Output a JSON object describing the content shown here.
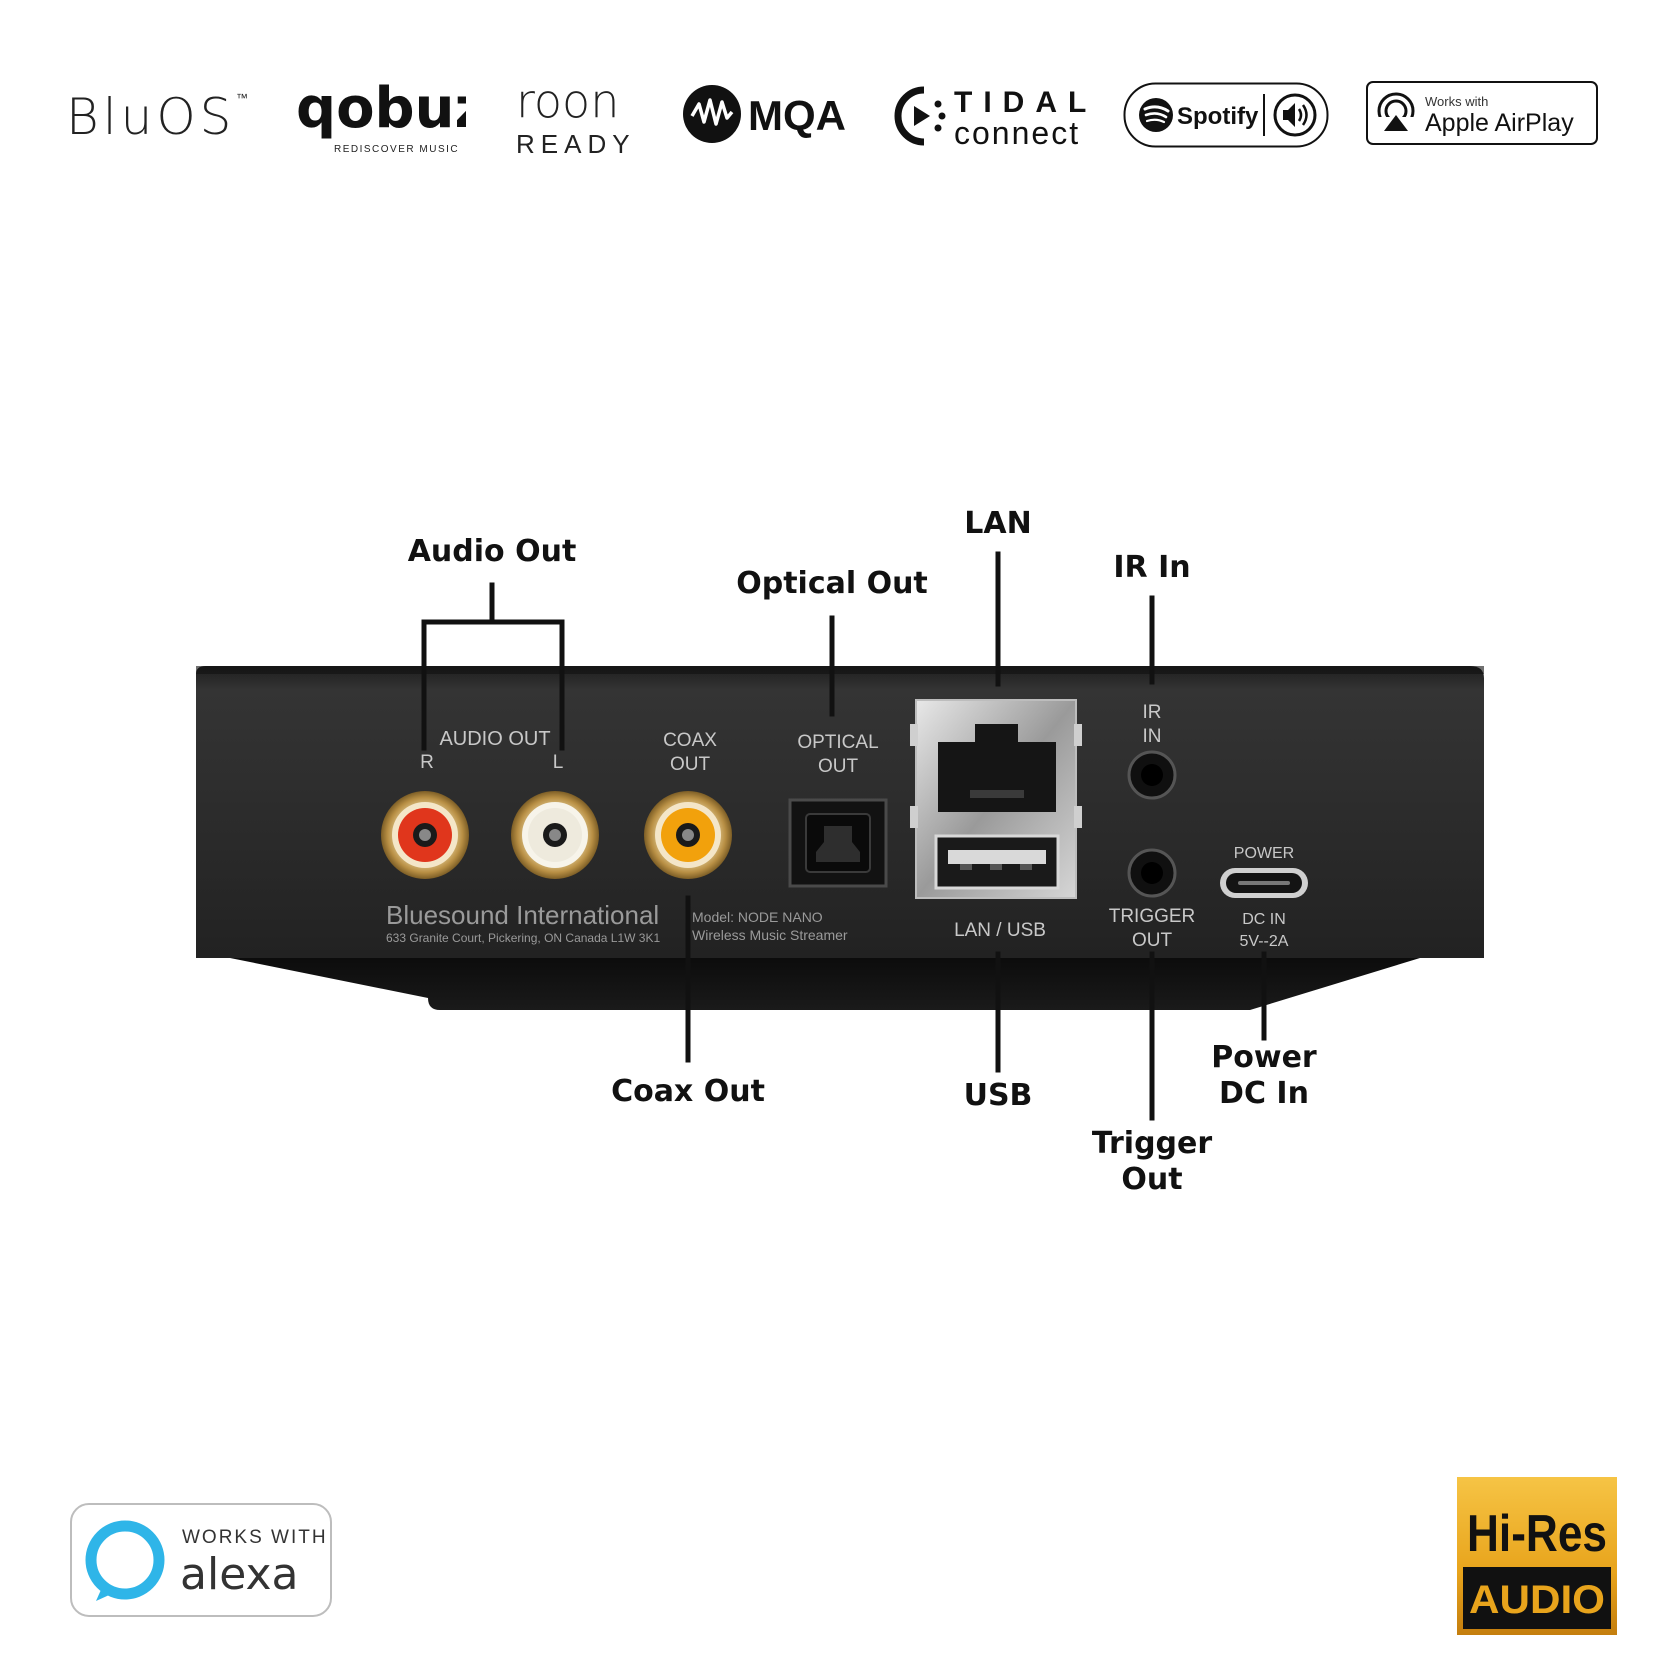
{
  "logos": {
    "bluos": "BluOS",
    "bluos_tm": "™",
    "qobuz": "qobuz",
    "qobuz_tag": "REDISCOVER MUSIC",
    "roon_top": "roon",
    "roon_bottom": "READY",
    "mqa": "MQA",
    "tidal_top": "TIDAL",
    "tidal_bottom": "connect",
    "spotify": "Spotify",
    "airplay_small": "Works with",
    "airplay_big": "Apple AirPlay",
    "alexa_small": "WORKS WITH",
    "alexa_big": "alexa",
    "hires_top": "Hi-Res",
    "hires_bottom": "AUDIO"
  },
  "callouts": {
    "audio_out": "Audio Out",
    "optical_out": "Optical Out",
    "lan": "LAN",
    "ir_in": "IR In",
    "coax_out": "Coax Out",
    "usb": "USB",
    "power_dc_in_1": "Power",
    "power_dc_in_2": "DC In",
    "trigger_out_1": "Trigger",
    "trigger_out_2": "Out"
  },
  "panel": {
    "audio_out": "AUDIO OUT",
    "r": "R",
    "l": "L",
    "coax_1": "COAX",
    "coax_2": "OUT",
    "optical_1": "OPTICAL",
    "optical_2": "OUT",
    "ir_1": "IR",
    "ir_2": "IN",
    "power": "POWER",
    "lan_usb": "LAN / USB",
    "trigger_1": "TRIGGER",
    "trigger_2": "OUT",
    "dcin_1": "DC  IN",
    "dcin_2": "5V--2A",
    "brand": "Bluesound International",
    "address": "633 Granite Court, Pickering, ON Canada L1W 3K1",
    "model": "Model:  NODE NANO",
    "model_desc": "Wireless Music Streamer"
  },
  "colors": {
    "device_body": "#2a2a2a",
    "rca_red": "#e0361c",
    "rca_white": "#f1efe8",
    "rca_orange": "#f2a10c",
    "gold": "#c9a55b",
    "alexa_blue": "#2fb5e8",
    "hires_gold": "#e8a41c"
  }
}
